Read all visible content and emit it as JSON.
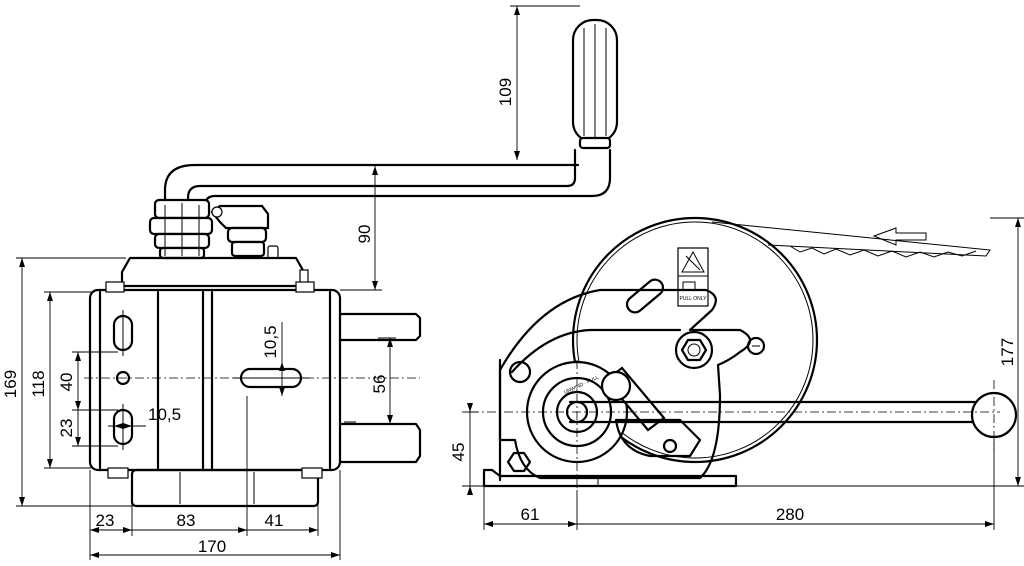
{
  "dimensions": {
    "left_view": {
      "total_height": "169",
      "housing_height": "118",
      "hole_spacing": "40",
      "slot_offset": "23",
      "slot_width_small": "10,5",
      "slot_width_large": "10,5",
      "bracket_width": "56",
      "bottom_a": "23",
      "bottom_b": "83",
      "bottom_c": "41",
      "overall_width": "170",
      "handle_height": "109",
      "crank_height": "90"
    },
    "right_view": {
      "total_height": "177",
      "axis_height": "45",
      "axis_offset": "61",
      "handle_reach": "280"
    }
  },
  "labels": {
    "label_top": "PULL ONLY",
    "ring_label": "UNWIND · PULL"
  },
  "icons": {
    "pull_direction": "arrow-left-icon",
    "warning_sign": "warning-icon"
  }
}
